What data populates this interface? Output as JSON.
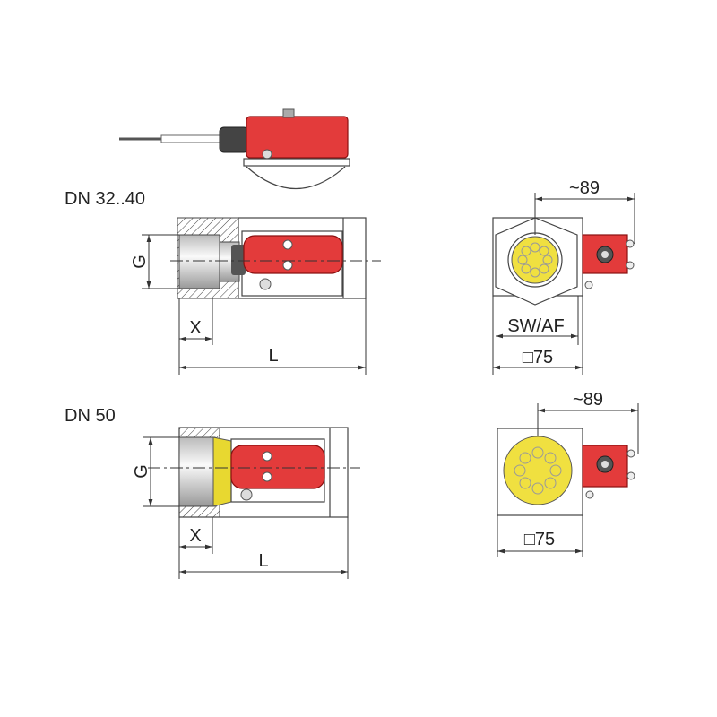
{
  "sections": {
    "dn32": {
      "title": "DN 32..40",
      "g_label": "G",
      "x_label": "X",
      "l_label": "L",
      "width_label": "~89",
      "swaf_label": "SW/AF",
      "square_label": "□75"
    },
    "dn50": {
      "title": "DN 50",
      "g_label": "G",
      "x_label": "X",
      "l_label": "L",
      "width_label": "~89",
      "square_label": "□75"
    }
  },
  "colors": {
    "housing": "#e33b3b",
    "paddle": "#f0e040",
    "lines": "#444444"
  }
}
